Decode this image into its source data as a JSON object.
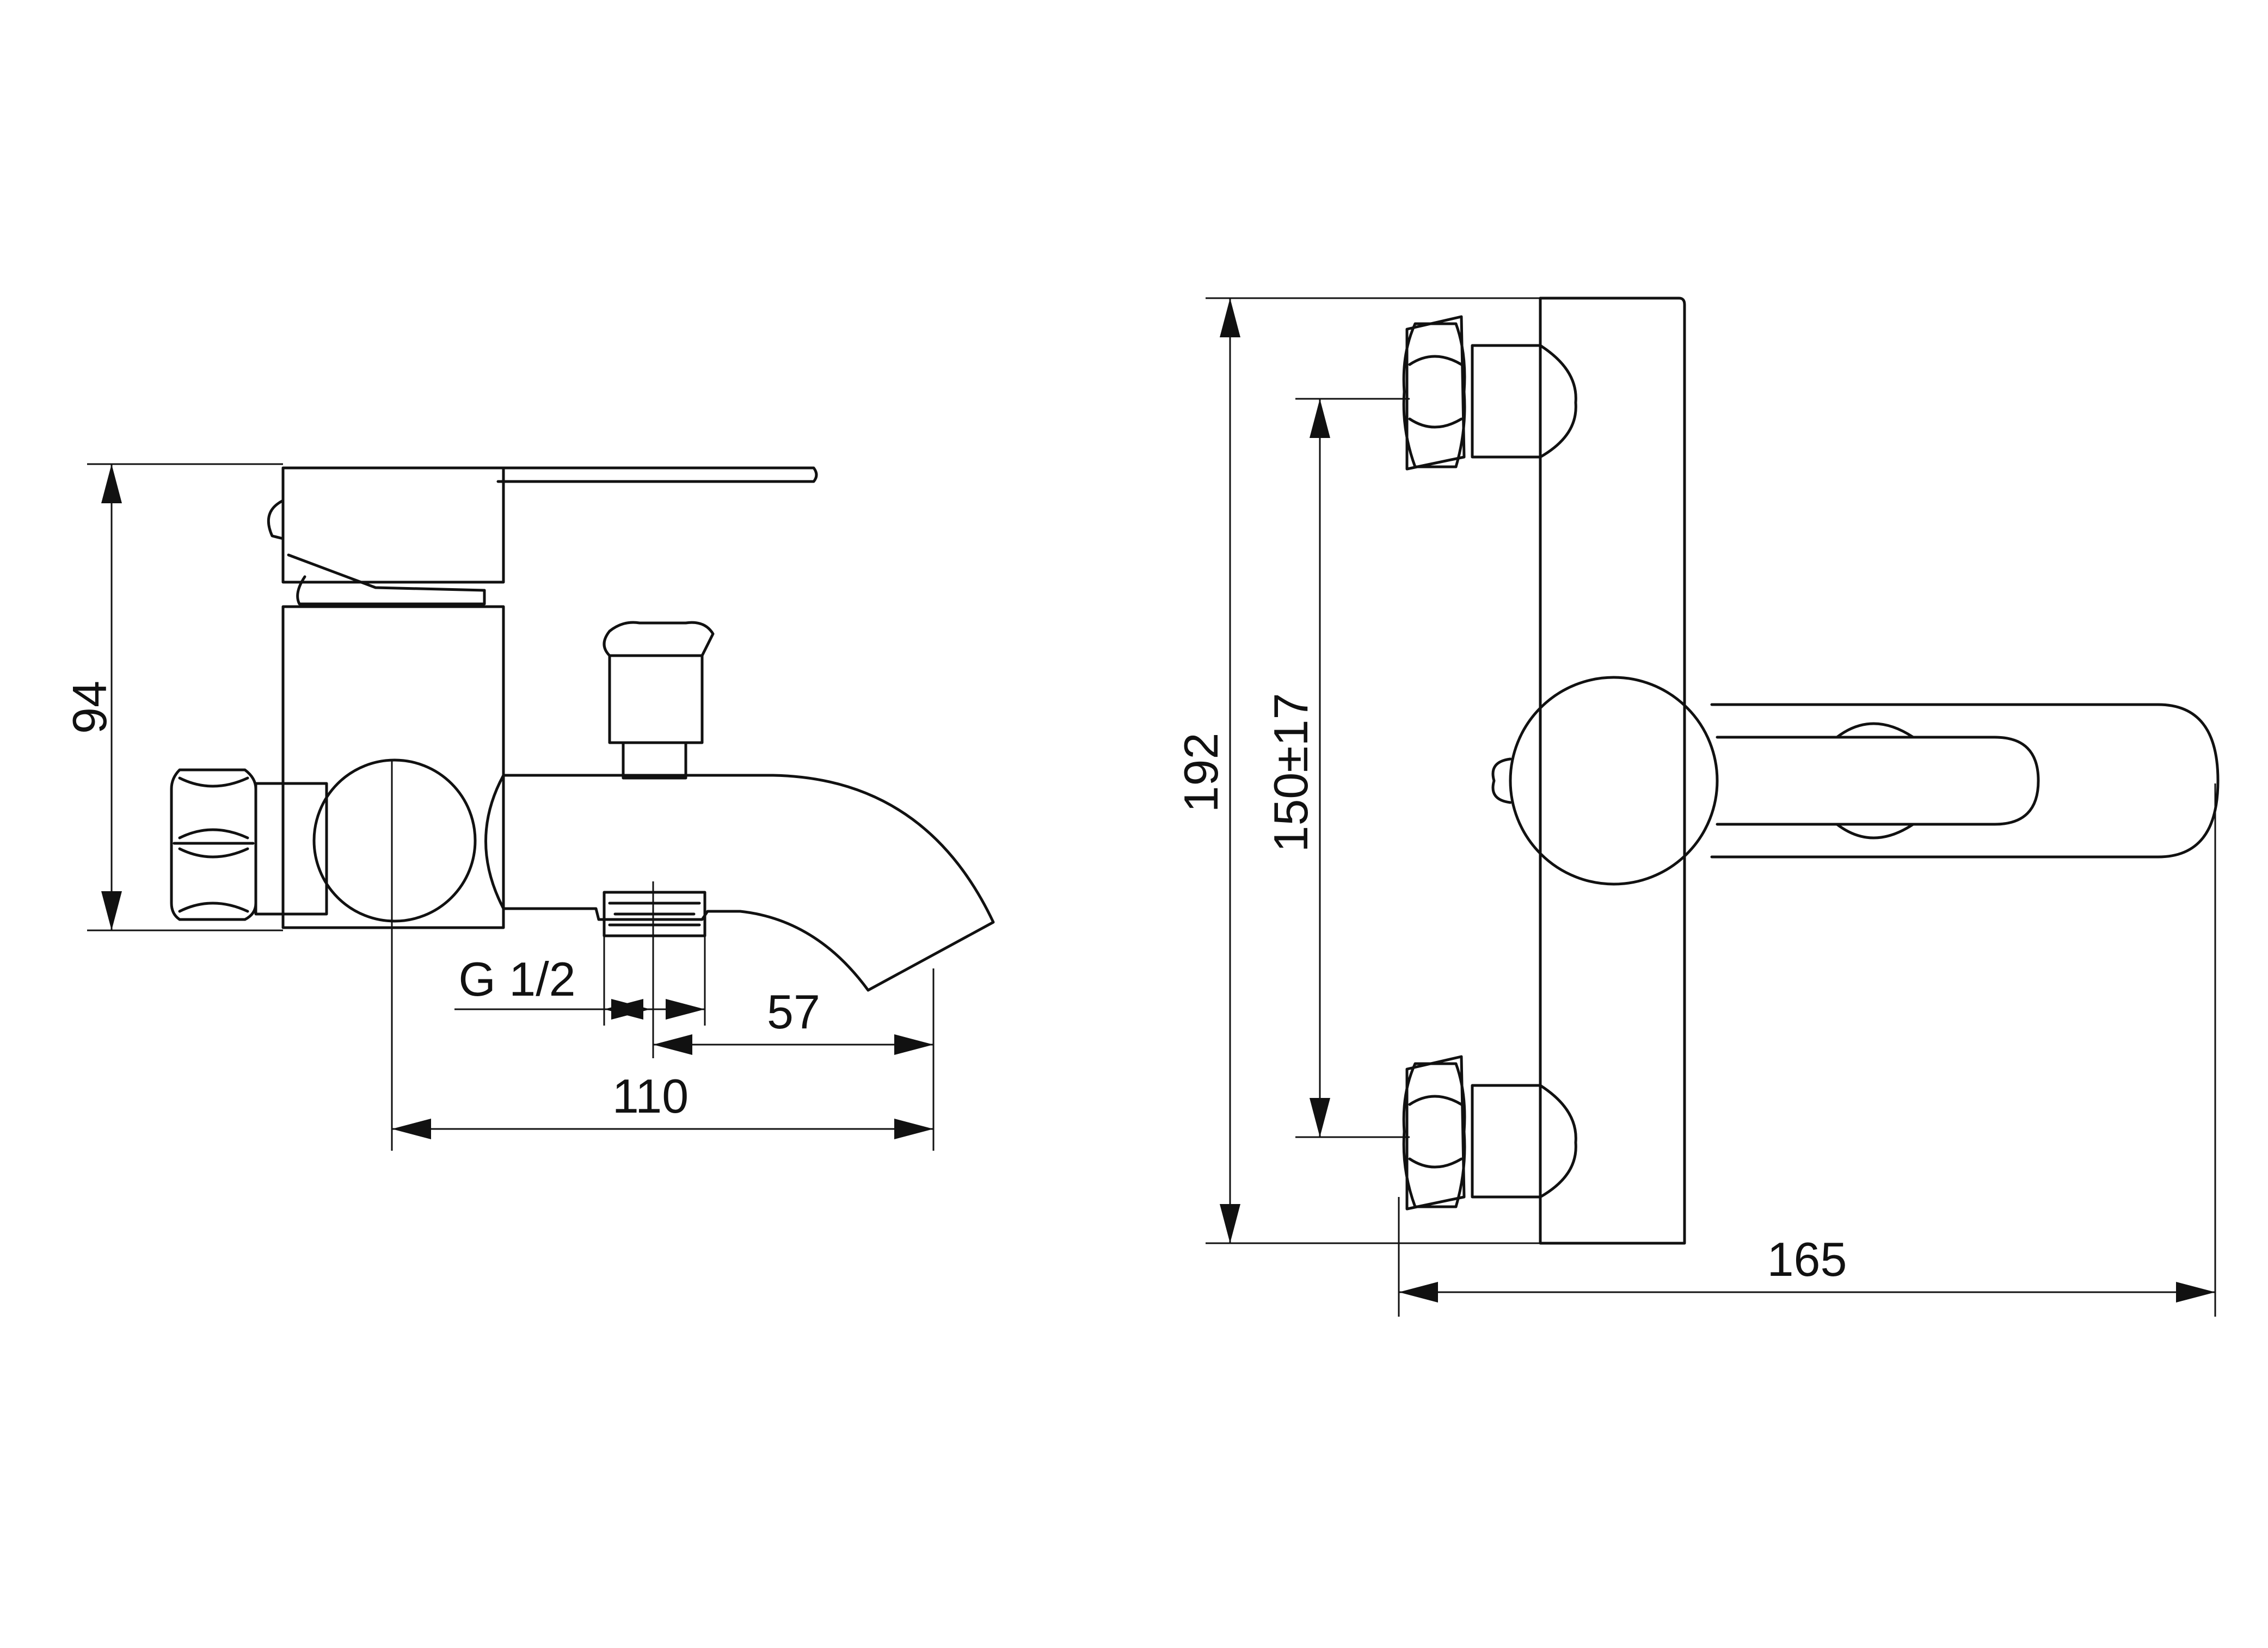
{
  "side_view": {
    "height_label": "94",
    "thread_label": "G 1/2",
    "spout_offset_label": "57",
    "depth_label": "110"
  },
  "front_view": {
    "height_label": "192",
    "centers_label": "150±17",
    "width_label": "165"
  },
  "colors": {
    "line": "#111111",
    "background": "#ffffff"
  }
}
